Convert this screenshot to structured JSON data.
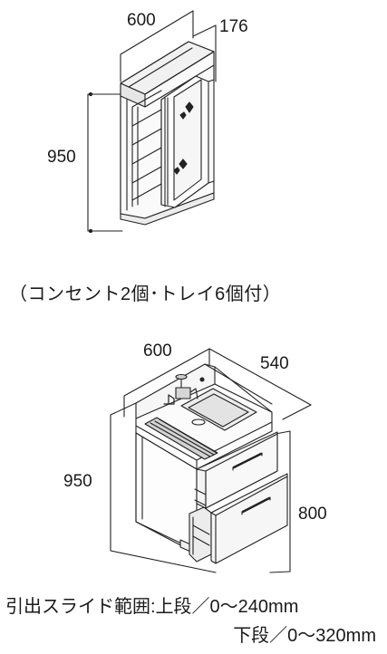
{
  "top_unit": {
    "width_label": "600",
    "depth_label": "176",
    "height_label": "950"
  },
  "note": "（コンセント2個･トレイ6個付）",
  "bottom_unit": {
    "width_label": "600",
    "depth_label": "540",
    "height_label": "950",
    "counter_height_label": "800"
  },
  "slide_range": {
    "line1": "引出スライド範囲:上段／0～240mm",
    "line2": "下段／0～320mm"
  },
  "colors": {
    "line": "#222222",
    "panel_fill": "#f4f4f4",
    "basin_fill": "#e9e9e9",
    "tray_fill": "#cfcfcf"
  }
}
